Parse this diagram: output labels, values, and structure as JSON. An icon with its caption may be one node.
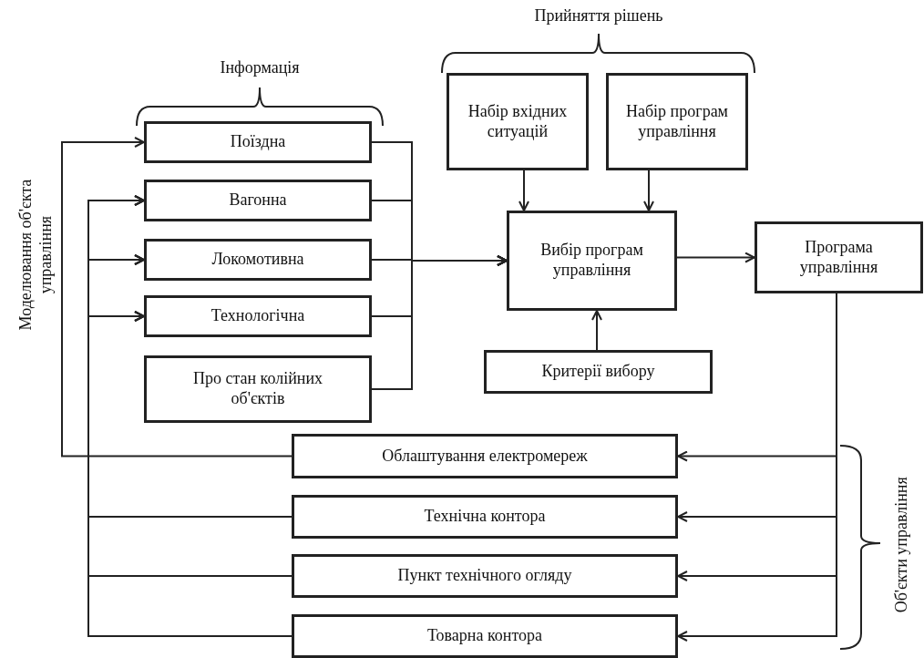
{
  "diagram": {
    "nodes": [
      {
        "text": [
          "Поїздна"
        ]
      },
      {
        "text": [
          "Вагонна"
        ]
      },
      {
        "text": [
          "Локомотивна"
        ]
      },
      {
        "text": [
          "Технологічна"
        ]
      },
      {
        "text": [
          "Про стан колійних об'єктів"
        ]
      },
      {
        "text": [
          "Набір вхідних ситуацій"
        ]
      },
      {
        "text": [
          "Набір програм управління"
        ]
      },
      {
        "text": [
          "Вибір програм управління"
        ]
      },
      {
        "text": [
          "Програма управління"
        ]
      },
      {
        "text": [
          "Критерії вибору"
        ]
      },
      {
        "text": [
          "Облаштування електромереж"
        ]
      },
      {
        "text": [
          "Технічна контора"
        ]
      },
      {
        "text": [
          "Пункт технічного огляду"
        ]
      },
      {
        "text": [
          "Товарна контора"
        ]
      }
    ],
    "edges": [
      {
        "from": 0,
        "to": 7,
        "arrow": "to"
      },
      {
        "from": 1,
        "to": 7,
        "arrow": "to"
      },
      {
        "from": 2,
        "to": 7,
        "arrow": "to"
      },
      {
        "from": 3,
        "to": 7,
        "arrow": "to"
      },
      {
        "from": 4,
        "to": 7,
        "arrow": "to"
      },
      {
        "from": 5,
        "to": 7,
        "arrow": "to"
      },
      {
        "from": 6,
        "to": 7,
        "arrow": "to"
      },
      {
        "from": 9,
        "to": 7,
        "arrow": "to"
      },
      {
        "from": 7,
        "to": 8,
        "arrow": "to"
      },
      {
        "from": 8,
        "to": 10,
        "arrow": "to"
      },
      {
        "from": 8,
        "to": 11,
        "arrow": "to"
      },
      {
        "from": 8,
        "to": 12,
        "arrow": "to"
      },
      {
        "from": 8,
        "to": 13,
        "arrow": "to"
      },
      {
        "from": 10,
        "to": 0,
        "arrow": "to"
      },
      {
        "from": 11,
        "to": 1,
        "arrow": "to"
      },
      {
        "from": 11,
        "to": 2,
        "arrow": "to"
      },
      {
        "from": 11,
        "to": 3,
        "arrow": "to"
      },
      {
        "from": 12,
        "to": 1,
        "arrow": "to"
      },
      {
        "from": 12,
        "to": 2,
        "arrow": "to"
      },
      {
        "from": 12,
        "to": 3,
        "arrow": "to"
      },
      {
        "from": 13,
        "to": 1,
        "arrow": "to"
      },
      {
        "from": 13,
        "to": 2,
        "arrow": "to"
      },
      {
        "from": 13,
        "to": 3,
        "arrow": "to"
      }
    ],
    "labels": [
      "Прийняття рішень",
      "Інформація",
      "Моделювання об'єкта управління",
      "Об'єкти управління"
    ]
  }
}
